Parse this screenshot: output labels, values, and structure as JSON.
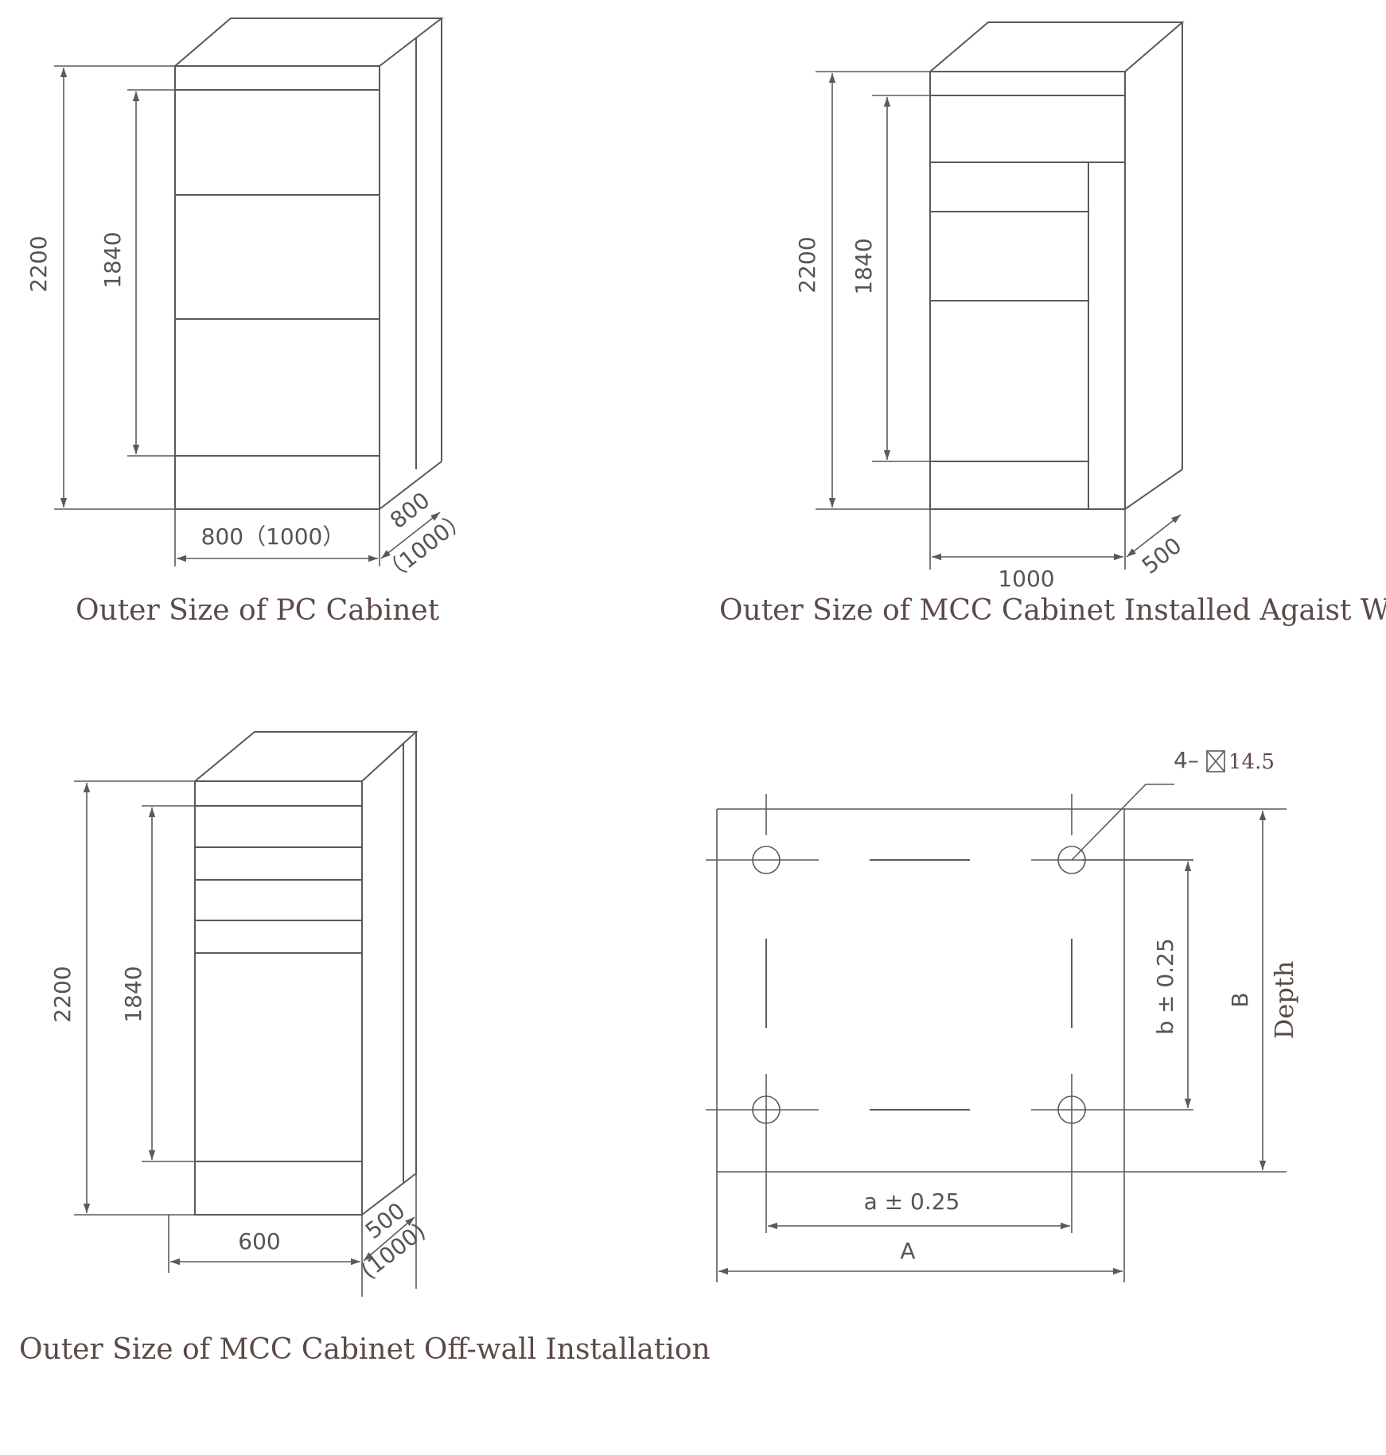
{
  "pc_cabinet": {
    "caption": "Outer Size of PC Cabinet",
    "height_outer": "2200",
    "height_inner": "1840",
    "width": "800（1000）",
    "depth_a": "800",
    "depth_b": "（1000）"
  },
  "mcc_wall": {
    "caption": "Outer Size of MCC Cabinet Installed Agaist Wall",
    "height_outer": "2200",
    "height_inner": "1840",
    "width": "1000",
    "depth": "500"
  },
  "mcc_offwall": {
    "caption": "Outer Size of MCC Cabinet Off-wall Installation",
    "height_outer": "2200",
    "height_inner": "1840",
    "width": "600",
    "depth_a": "500",
    "depth_b": "(1000)"
  },
  "base_plan": {
    "hole_spec": "4–",
    "hole_size": "14.5",
    "b_tolerance": "b ± 0.25",
    "B": "B",
    "depth": "Depth",
    "a_tolerance": "a ± 0.25",
    "A": "A"
  }
}
